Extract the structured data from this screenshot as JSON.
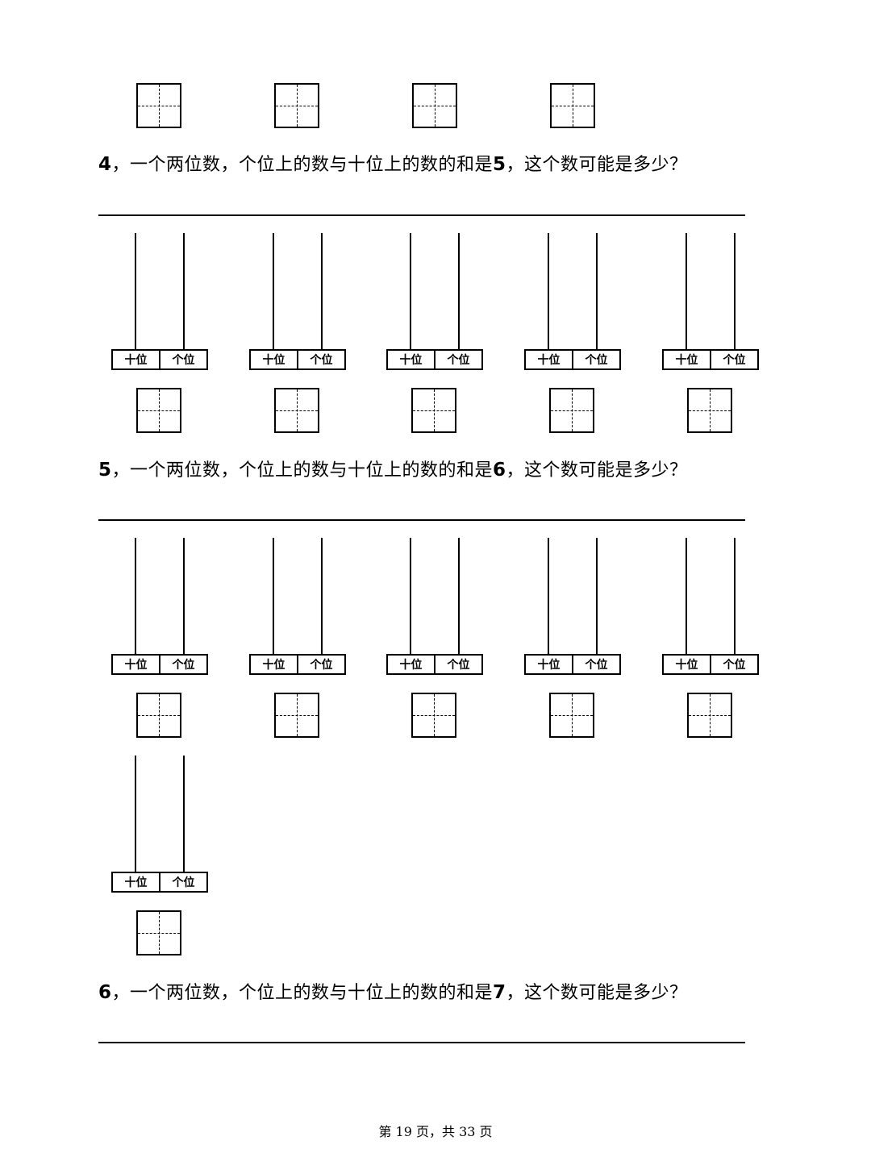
{
  "questions": [
    {
      "number": "4",
      "text_before": "，一个两位数，个位上的数与十位上的数的和是",
      "sum": "5",
      "text_after": "，这个数可能是多少？"
    },
    {
      "number": "5",
      "text_before": "，一个两位数，个位上的数与十位上的数的和是",
      "sum": "6",
      "text_after": "，这个数可能是多少？"
    },
    {
      "number": "6",
      "text_before": "，一个两位数，个位上的数与十位上的数的和是",
      "sum": "7",
      "text_after": "，这个数可能是多少？"
    }
  ],
  "abacus_labels": {
    "tens": "十位",
    "ones": "个位"
  },
  "footer": "第 19 页，共 33 页"
}
